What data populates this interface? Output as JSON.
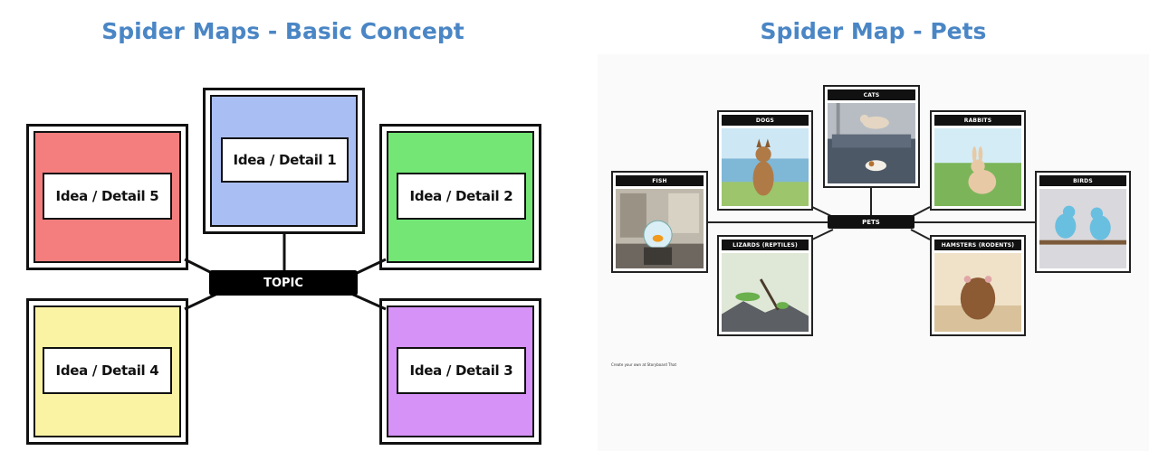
{
  "left": {
    "title": "Spider Maps - Basic Concept",
    "topic": "TOPIC",
    "details": [
      {
        "label": "Idea / Detail 1",
        "color": "#a9bef3"
      },
      {
        "label": "Idea / Detail 2",
        "color": "#73e676"
      },
      {
        "label": "Idea / Detail 3",
        "color": "#d692f6"
      },
      {
        "label": "Idea / Detail 4",
        "color": "#fbf3a4"
      },
      {
        "label": "Idea / Detail 5",
        "color": "#f47e7e"
      }
    ]
  },
  "right": {
    "title": "Spider Map - Pets",
    "topic": "PETS",
    "pets": [
      {
        "label": "FISH"
      },
      {
        "label": "DOGS"
      },
      {
        "label": "CATS"
      },
      {
        "label": "RABBITS"
      },
      {
        "label": "BIRDS"
      },
      {
        "label": "LIZARDS (REPTILES)"
      },
      {
        "label": "HAMSTERS (RODENTS)"
      }
    ],
    "credit": "Create your own at Storyboard That"
  }
}
